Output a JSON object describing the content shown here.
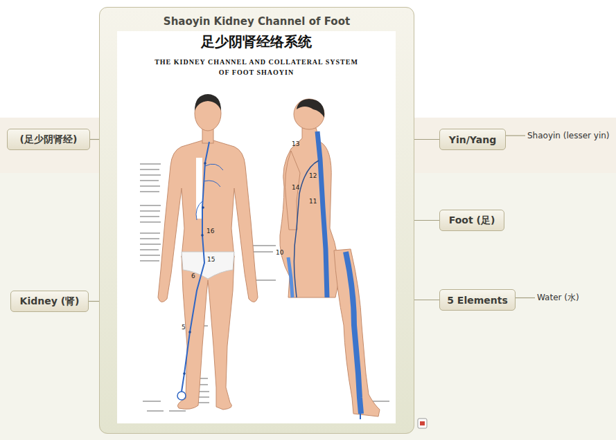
{
  "diagram": {
    "nodes": [
      {
        "text": [
          "Shaoyin Kidney Channel of Foot"
        ]
      },
      {
        "text": [
          "(足少阴肾经)"
        ]
      },
      {
        "text": [
          "Kidney (肾)"
        ]
      },
      {
        "text": [
          "Yin/Yang"
        ]
      },
      {
        "text": [
          "Shaoyin (lesser yin)"
        ]
      },
      {
        "text": [
          "Foot (足)"
        ]
      },
      {
        "text": [
          "5 Elements"
        ]
      },
      {
        "text": [
          "Water (水)"
        ]
      }
    ],
    "edges": [
      {
        "from": 0,
        "to": 1,
        "arrow": "none"
      },
      {
        "from": 0,
        "to": 2,
        "arrow": "none"
      },
      {
        "from": 0,
        "to": 3,
        "arrow": "none"
      },
      {
        "from": 3,
        "to": 4,
        "arrow": "none"
      },
      {
        "from": 0,
        "to": 5,
        "arrow": "none"
      },
      {
        "from": 0,
        "to": 6,
        "arrow": "none"
      },
      {
        "from": 6,
        "to": 7,
        "arrow": "none"
      }
    ],
    "labels": [
      "足少阴肾经络系统",
      "THE KIDNEY CHANNEL AND COLLATERAL SYSTEM OF FOOT SHAOYIN",
      "16",
      "15",
      "6",
      "5",
      "13",
      "12",
      "14",
      "11",
      "10"
    ]
  }
}
